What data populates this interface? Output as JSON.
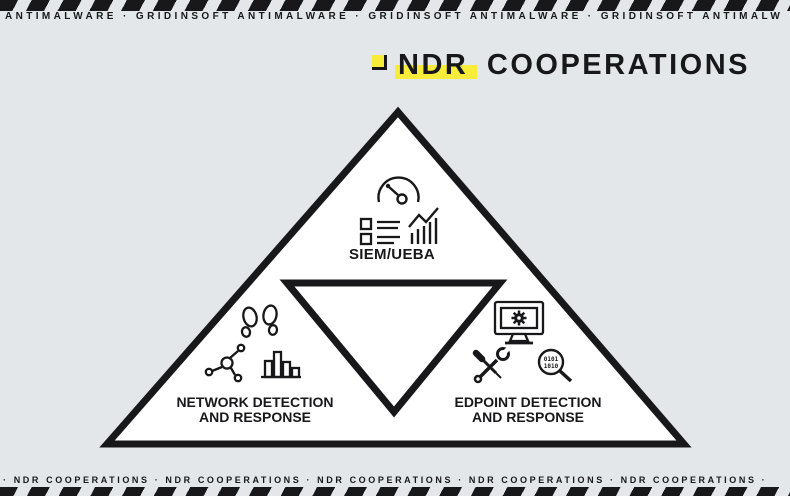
{
  "colors": {
    "background": "#e3e7e9",
    "ink": "#18181a",
    "accent_yellow": "#f8ec3a",
    "triangle_fill": "#ffffff"
  },
  "top_banner": {
    "ticker": "ANTIMALWARE · GRIDINSOFT ANTIMALWARE · GRIDINSOFT ANTIMALWARE · GRIDINSOFT ANTIMALW"
  },
  "title": {
    "highlighted_word": "NDR",
    "rest": "COOPERATIONS",
    "bullet_icon": "yellow-square-bullet"
  },
  "pyramid": {
    "top_section": {
      "label": "SIEM/UEBA",
      "icons": [
        "gauge-icon",
        "report-list-icon",
        "growth-bars-icon"
      ]
    },
    "left_section": {
      "label_line1": "NETWORK DETECTION",
      "label_line2": "AND RESPONSE",
      "icons": [
        "footprints-icon",
        "network-nodes-icon",
        "bar-graph-icon"
      ]
    },
    "right_section": {
      "label_line1": "EDPOINT DETECTION",
      "label_line2": "AND RESPONSE",
      "icons": [
        "monitor-gear-icon",
        "repair-tools-icon",
        "binary-magnifier-icon"
      ],
      "magnifier_binary": [
        "0101",
        "1010"
      ]
    }
  },
  "bottom_banner": {
    "ticker": "· NDR COOPERATIONS · NDR COOPERATIONS · NDR COOPERATIONS · NDR COOPERATIONS · NDR COOPERATIONS ·"
  }
}
